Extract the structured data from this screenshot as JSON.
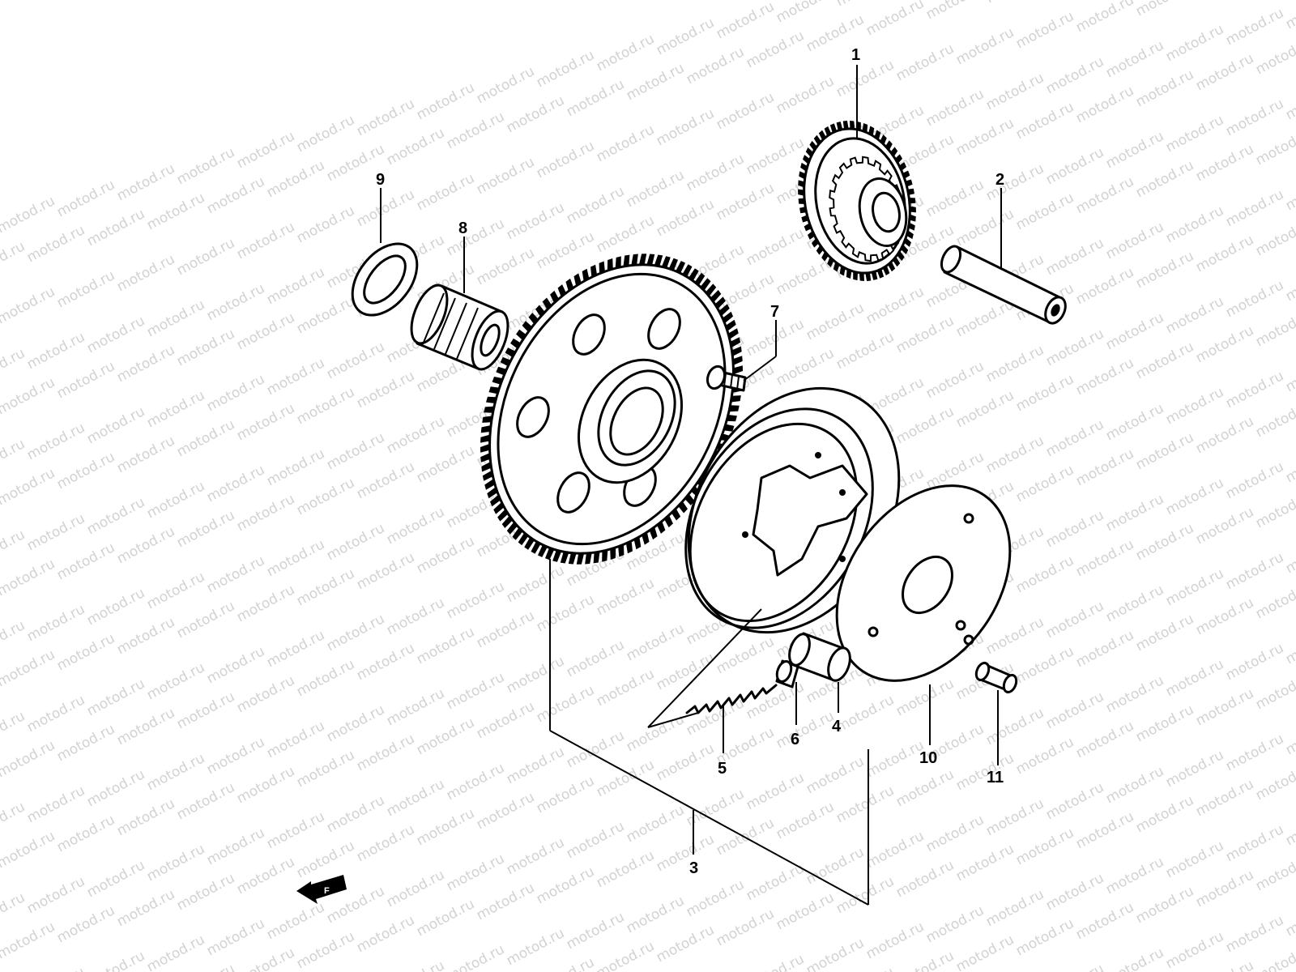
{
  "watermark": {
    "text": "motod.ru"
  },
  "callouts": [
    {
      "id": "1",
      "label": "1"
    },
    {
      "id": "2",
      "label": "2"
    },
    {
      "id": "3",
      "label": "3"
    },
    {
      "id": "4",
      "label": "4"
    },
    {
      "id": "5",
      "label": "5"
    },
    {
      "id": "6",
      "label": "6"
    },
    {
      "id": "7",
      "label": "7"
    },
    {
      "id": "8",
      "label": "8"
    },
    {
      "id": "9",
      "label": "9"
    },
    {
      "id": "10",
      "label": "10"
    },
    {
      "id": "11",
      "label": "11"
    }
  ],
  "front_arrow": {
    "icon": "front-direction-arrow-icon",
    "label": "F"
  },
  "colors": {
    "ink": "#000000",
    "watermark": "#d2d2d2",
    "background": "#ffffff"
  }
}
